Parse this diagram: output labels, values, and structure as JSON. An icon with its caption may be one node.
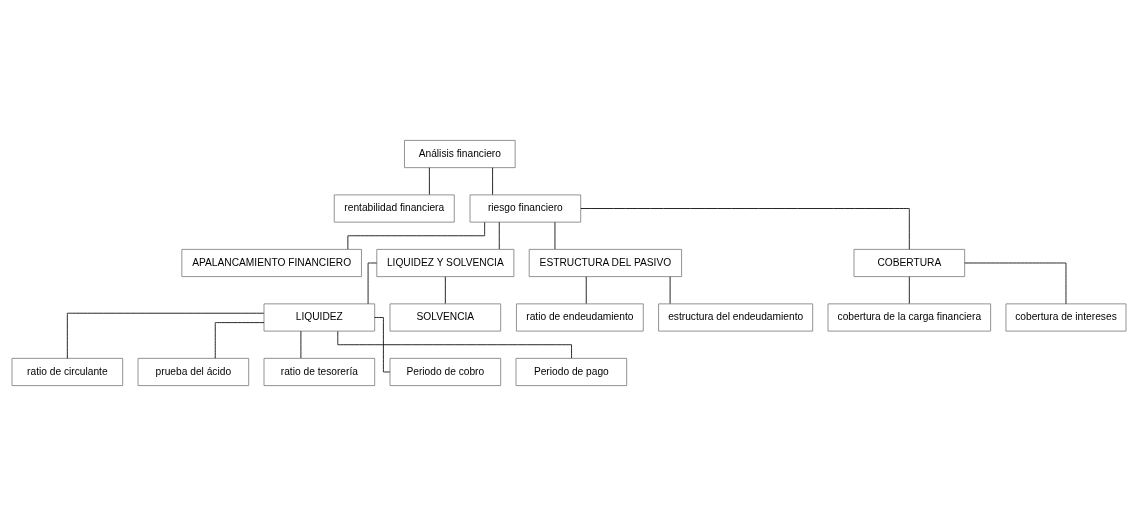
{
  "diagram": {
    "nodes": [
      {
        "text": [
          "Análisis financiero"
        ]
      },
      {
        "text": [
          "rentabilidad financiera"
        ]
      },
      {
        "text": [
          "riesgo financiero"
        ]
      },
      {
        "text": [
          "APALANCAMIENTO FINANCIERO"
        ]
      },
      {
        "text": [
          "LIQUIDEZ Y SOLVENCIA"
        ]
      },
      {
        "text": [
          "ESTRUCTURA DEL PASIVO"
        ]
      },
      {
        "text": [
          "COBERTURA"
        ]
      },
      {
        "text": [
          "LIQUIDEZ"
        ]
      },
      {
        "text": [
          "SOLVENCIA"
        ]
      },
      {
        "text": [
          "ratio de endeudamiento"
        ]
      },
      {
        "text": [
          "estructura del endeudamiento"
        ]
      },
      {
        "text": [
          "cobertura de la carga financiera"
        ]
      },
      {
        "text": [
          "cobertura de intereses"
        ]
      },
      {
        "text": [
          "ratio de circulante"
        ]
      },
      {
        "text": [
          "prueba del ácido"
        ]
      },
      {
        "text": [
          "ratio de tesorería"
        ]
      },
      {
        "text": [
          "Periodo de cobro"
        ]
      },
      {
        "text": [
          "Periodo de pago"
        ]
      }
    ],
    "edges": [
      {
        "from": 0,
        "to": 1,
        "arrow": "none"
      },
      {
        "from": 0,
        "to": 2,
        "arrow": "none"
      },
      {
        "from": 2,
        "to": 3,
        "arrow": "none"
      },
      {
        "from": 2,
        "to": 4,
        "arrow": "none"
      },
      {
        "from": 2,
        "to": 5,
        "arrow": "none"
      },
      {
        "from": 2,
        "to": 6,
        "arrow": "none"
      },
      {
        "from": 4,
        "to": 7,
        "arrow": "none"
      },
      {
        "from": 4,
        "to": 8,
        "arrow": "none"
      },
      {
        "from": 5,
        "to": 9,
        "arrow": "none"
      },
      {
        "from": 5,
        "to": 10,
        "arrow": "none"
      },
      {
        "from": 6,
        "to": 11,
        "arrow": "none"
      },
      {
        "from": 6,
        "to": 12,
        "arrow": "none"
      },
      {
        "from": 7,
        "to": 13,
        "arrow": "none"
      },
      {
        "from": 7,
        "to": 14,
        "arrow": "none"
      },
      {
        "from": 7,
        "to": 15,
        "arrow": "none"
      },
      {
        "from": 7,
        "to": 16,
        "arrow": "none"
      },
      {
        "from": 7,
        "to": 17,
        "arrow": "none"
      }
    ]
  }
}
